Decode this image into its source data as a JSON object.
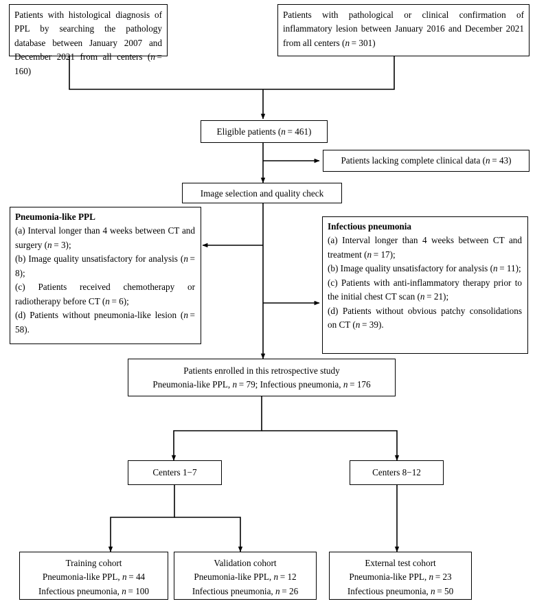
{
  "diagram": {
    "title": "Patient selection flowchart",
    "type": "flowchart",
    "line_color": "#000000",
    "background": "#ffffff"
  },
  "nodes": {
    "source_ppl": {
      "text": "Patients with histological diagnosis of PPL by searching the pathology database between January 2007 and December 2021 from all centers (n = 160)",
      "n": 160
    },
    "source_inflammatory": {
      "text": "Patients with pathological or clinical confirmation of inflammatory lesion between January 2016 and December 2021 from all centers (n = 301)",
      "n": 301
    },
    "eligible": {
      "text": "Eligible patients (n = 461)",
      "n": 461
    },
    "excluded_clinical": {
      "text": "Patients lacking complete clinical data (n = 43)",
      "n": 43
    },
    "image_check": {
      "text": "Image selection and quality check"
    },
    "exclude_ppl": {
      "heading": "Pneumonia-like PPL",
      "items": [
        "(a) Interval longer than 4 weeks between CT and surgery (n = 3);",
        "(b) Image quality unsatisfactory for analysis (n = 8);",
        "(c) Patients received chemotherapy or radiotherapy before CT (n = 6);",
        "(d) Patients without pneumonia-like lesion (n = 58)."
      ]
    },
    "exclude_infectious": {
      "heading": "Infectious pneumonia",
      "items": [
        "(a) Interval longer than 4 weeks between CT and treatment (n = 17);",
        "(b) Image quality unsatisfactory for analysis (n = 11);",
        "(c) Patients with anti-inflammatory therapy prior to the initial chest CT scan (n = 21);",
        "(d) Patients without obvious patchy consolidations on CT (n = 39)."
      ]
    },
    "enrolled": {
      "line1": "Patients enrolled in this retrospective study",
      "line2": "Pneumonia-like PPL, n = 79; Infectious pneumonia, n = 176"
    },
    "centers_1_7": {
      "text": "Centers 1−7"
    },
    "centers_8_12": {
      "text": "Centers 8−12"
    },
    "training": {
      "line1": "Training cohort",
      "line2": "Pneumonia-like PPL, n = 44",
      "line3": "Infectious pneumonia, n = 100"
    },
    "validation": {
      "line1": "Validation cohort",
      "line2": "Pneumonia-like PPL, n = 12",
      "line3": "Infectious pneumonia, n = 26"
    },
    "external": {
      "line1": "External test cohort",
      "line2": "Pneumonia-like PPL, n = 23",
      "line3": "Infectious pneumonia, n = 50"
    }
  }
}
